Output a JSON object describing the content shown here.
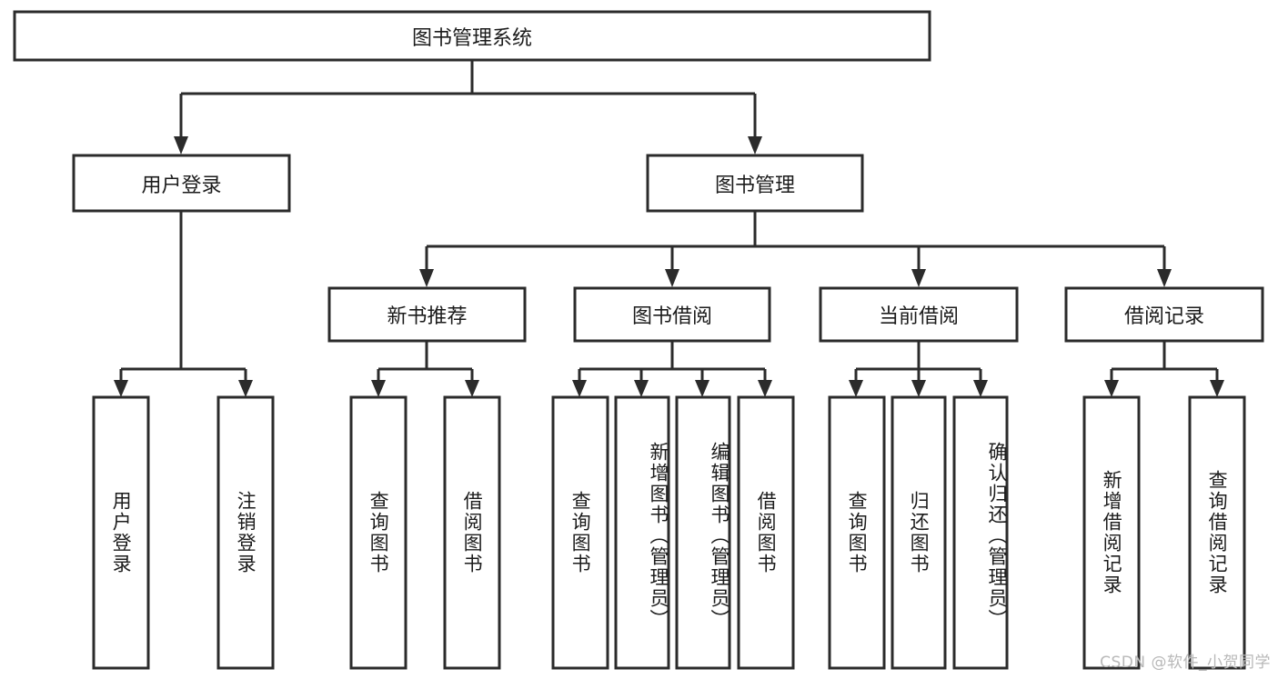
{
  "diagram": {
    "type": "hierarchy-tree",
    "title": "图书管理系统",
    "orientation": "top-down",
    "levels": 4,
    "colors": {
      "box_fill": "#ffffff",
      "box_stroke": "#2b2b2b",
      "connector": "#2b2b2b",
      "text": "#1b1b1b",
      "background": "#ffffff",
      "watermark": "#b8b8b8"
    }
  },
  "root": {
    "label": "图书管理系统"
  },
  "level2": [
    {
      "label": "用户登录"
    },
    {
      "label": "图书管理"
    }
  ],
  "level3": [
    {
      "label": "新书推荐"
    },
    {
      "label": "图书借阅"
    },
    {
      "label": "当前借阅"
    },
    {
      "label": "借阅记录"
    }
  ],
  "leaves": {
    "user_login": [
      {
        "label": "用户登录"
      },
      {
        "label": "注销登录"
      }
    ],
    "new_book_recommend": [
      {
        "label": "查询图书"
      },
      {
        "label": "借阅图书"
      }
    ],
    "book_borrow": [
      {
        "label": "查询图书"
      },
      {
        "label": "新增图书（管理员）"
      },
      {
        "label": "编辑图书（管理员）"
      },
      {
        "label": "借阅图书"
      }
    ],
    "current_borrow": [
      {
        "label": "查询图书"
      },
      {
        "label": "归还图书"
      },
      {
        "label": "确认归还（管理员）"
      }
    ],
    "borrow_record": [
      {
        "label": "新增借阅记录"
      },
      {
        "label": "查询借阅记录"
      }
    ]
  },
  "watermark": {
    "text": "CSDN @软件_小贺同学"
  }
}
